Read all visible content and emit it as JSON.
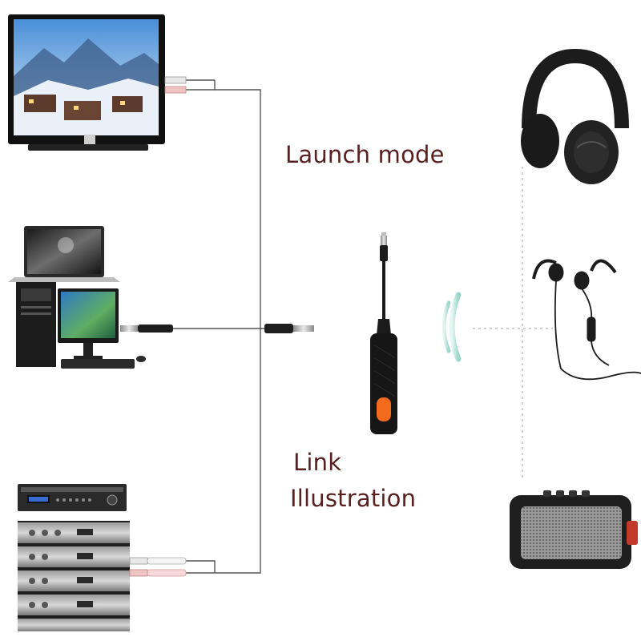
{
  "labels": {
    "launch_mode": "Launch mode",
    "link_line1": "Link",
    "link_line2": "Illustration"
  },
  "colors": {
    "label_text": "#5a2020",
    "cable": "#555555",
    "dotted_line": "#bdbdbd",
    "wave": "#8fd3c4",
    "accent_orange": "#f26a1b"
  },
  "icons": {
    "tv": "tv-icon",
    "laptop": "laptop-icon",
    "desktop": "desktop-computer-icon",
    "av_receiver": "av-receiver-icon",
    "amplifier_rack": "amplifier-rack-icon",
    "transmitter": "bluetooth-transmitter-icon",
    "headphones": "headphones-icon",
    "earphones": "earphones-icon",
    "speaker": "bluetooth-speaker-icon",
    "wireless": "wireless-signal-icon"
  }
}
